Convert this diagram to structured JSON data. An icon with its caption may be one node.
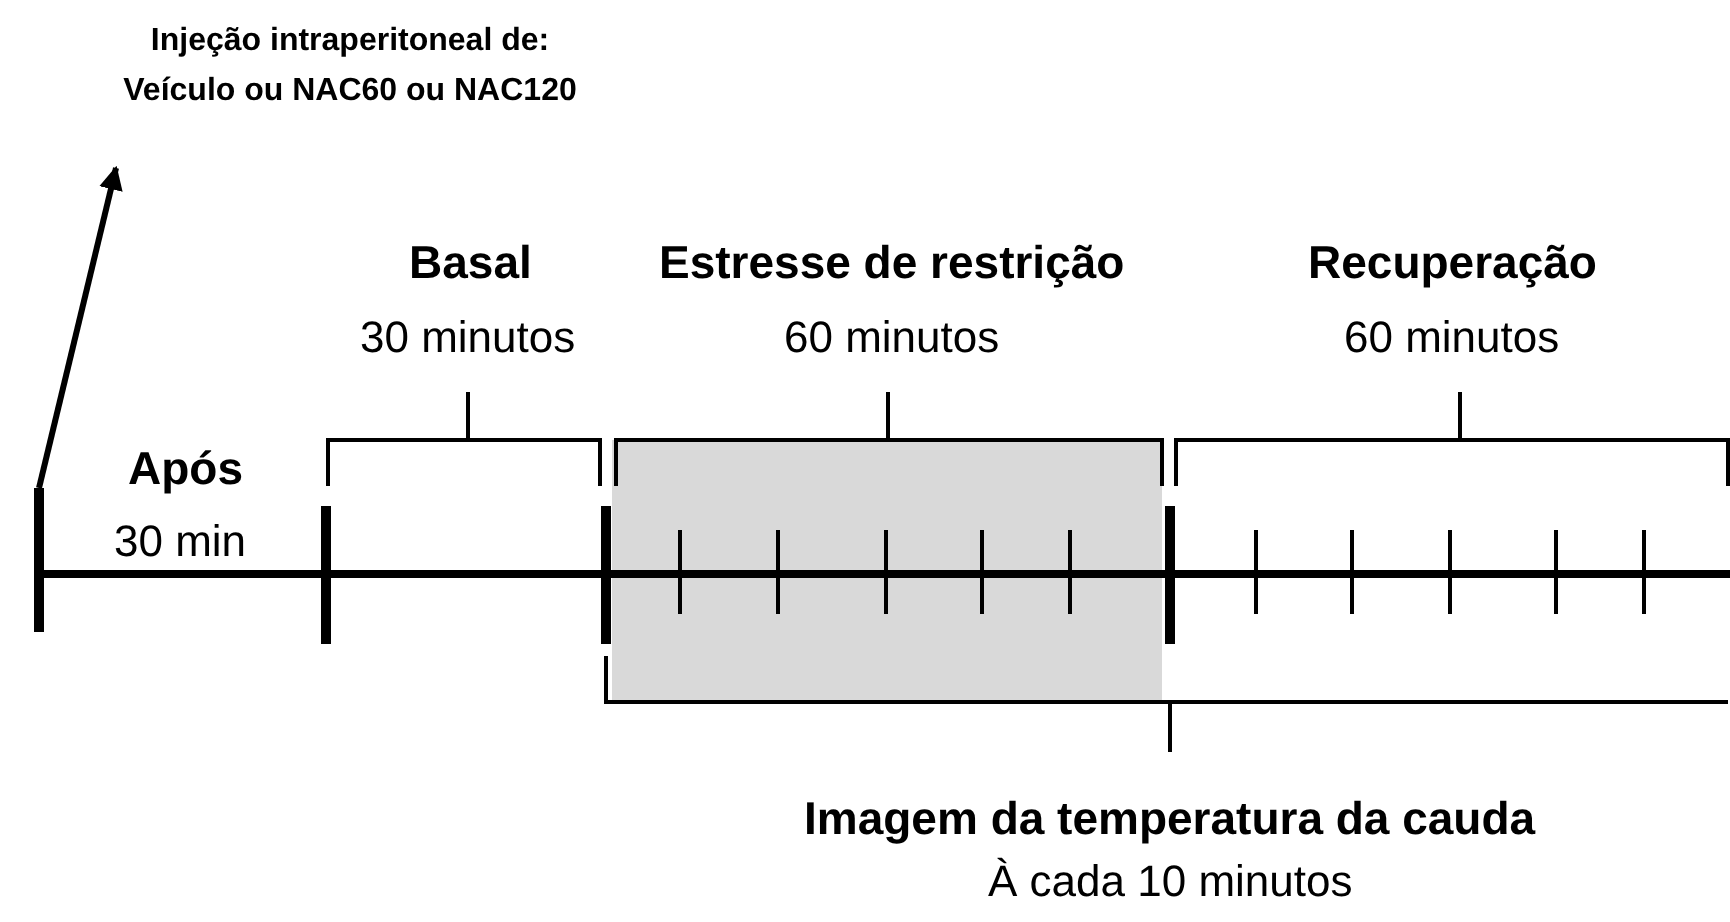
{
  "diagram": {
    "nodes": [
      {
        "text": [
          "Injeção intraperitoneal de: Veículo ou NAC60 ou NAC120"
        ]
      },
      {
        "text": [],
        "shape": "bar"
      }
    ],
    "edges": [
      {
        "from": 1,
        "to": 0,
        "arrow": "to"
      }
    ],
    "labels": [
      "Basal",
      "Estresse de restrição",
      "Recuperação",
      "30 minutos",
      "60 minutos",
      "60 minutos",
      "Após",
      "30 min",
      "Imagem da temperatura da cauda",
      "À cada 10 minutos"
    ]
  }
}
